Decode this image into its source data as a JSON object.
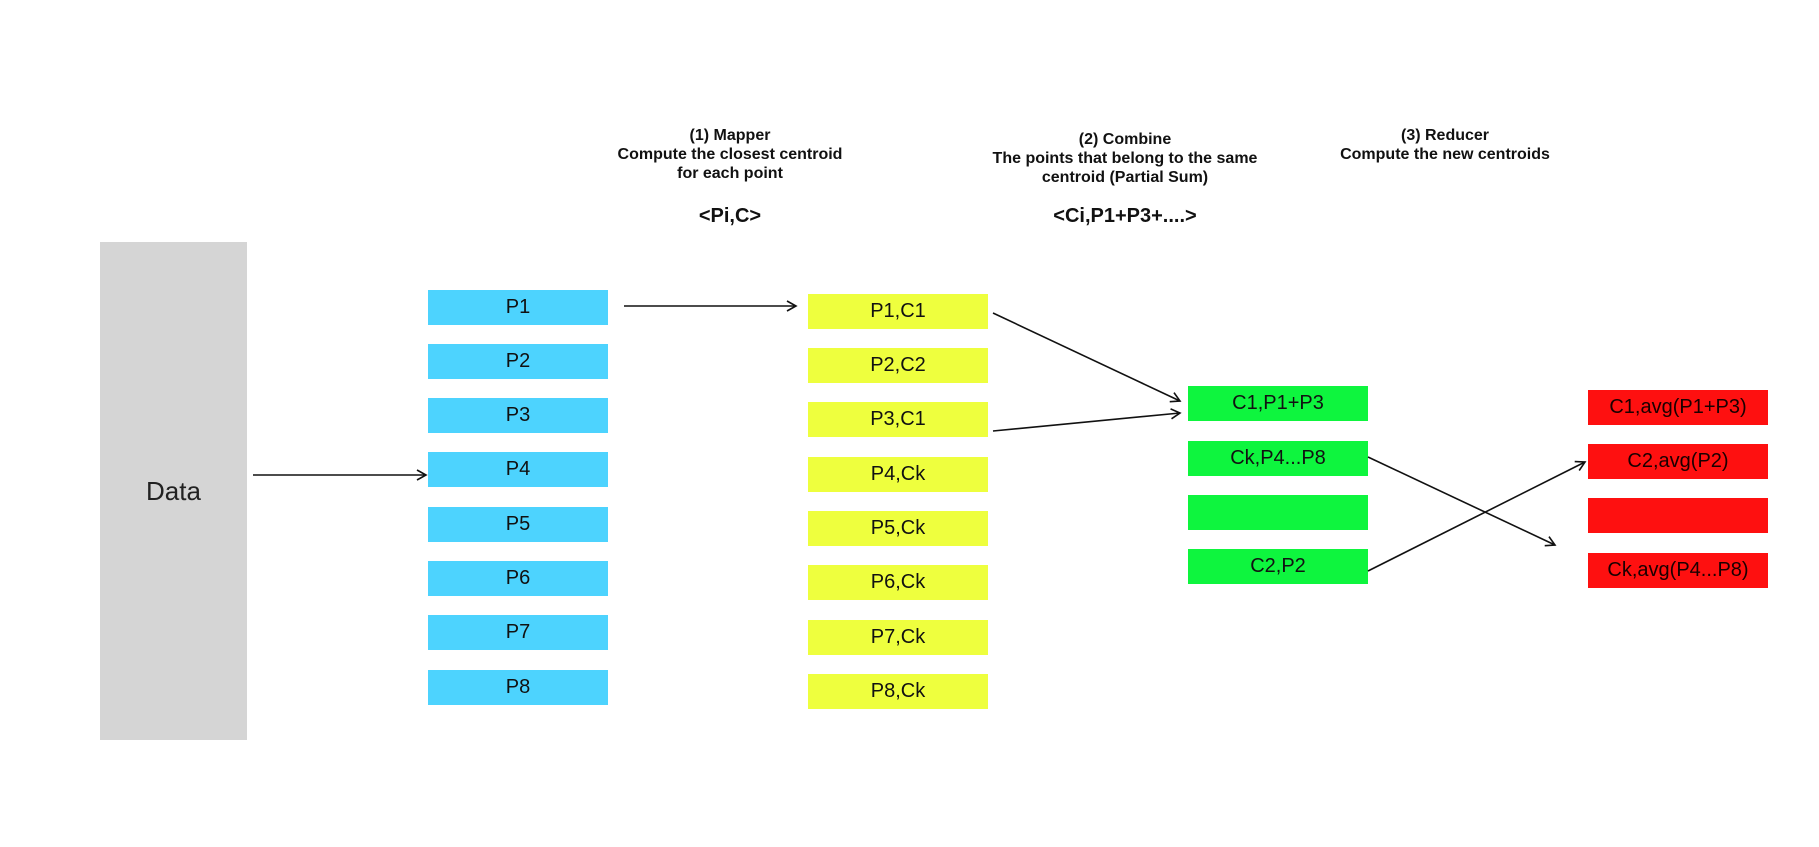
{
  "data_block": {
    "label": "Data"
  },
  "steps": [
    {
      "line1": "(1) Mapper",
      "line2": "Compute the closest centroid",
      "line3": "for each point",
      "tuple": "<Pi,C>"
    },
    {
      "line1": "(2) Combine",
      "line2": "The points that belong to the same",
      "line3": "centroid (Partial Sum)",
      "tuple": "<Ci,P1+P3+....>"
    },
    {
      "line1": "(3) Reducer",
      "line2": "Compute the new centroids",
      "line3": "",
      "tuple": ""
    }
  ],
  "points": [
    "P1",
    "P2",
    "P3",
    "P4",
    "P5",
    "P6",
    "P7",
    "P8"
  ],
  "mapped": [
    "P1,C1",
    "P2,C2",
    "P3,C1",
    "P4,Ck",
    "P5,Ck",
    "P6,Ck",
    "P7,Ck",
    "P8,Ck"
  ],
  "combined": [
    "C1,P1+P3",
    "Ck,P4...P8",
    "",
    "C2,P2"
  ],
  "reduced": [
    "C1,avg(P1+P3)",
    "C2,avg(P2)",
    "",
    "Ck,avg(P4...P8)"
  ],
  "colors": {
    "data": "#d5d5d5",
    "points": "#4dd3fe",
    "mapped": "#eeff3e",
    "combined": "#0ef53e",
    "reduced": "#fe1010"
  }
}
